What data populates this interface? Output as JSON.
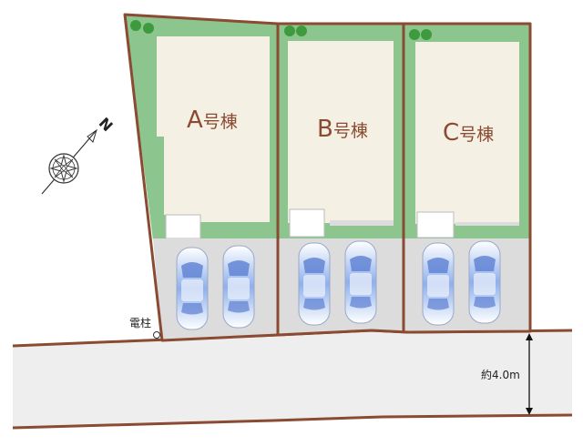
{
  "lots": [
    {
      "letter": "A",
      "suffix": "号棟"
    },
    {
      "letter": "B",
      "suffix": "号棟"
    },
    {
      "letter": "C",
      "suffix": "号棟"
    }
  ],
  "compass": {
    "north_label": "N"
  },
  "pole_label": "電柱",
  "road_width_label": "約4.0m",
  "colors": {
    "boundary": "#8a4b32",
    "lawn": "#8cc58e",
    "building": "#f5f0e4",
    "parking": "#dcdcdc",
    "road": "#eeeeee",
    "tree": "#3d9b3d",
    "car": "#7a9be0"
  }
}
